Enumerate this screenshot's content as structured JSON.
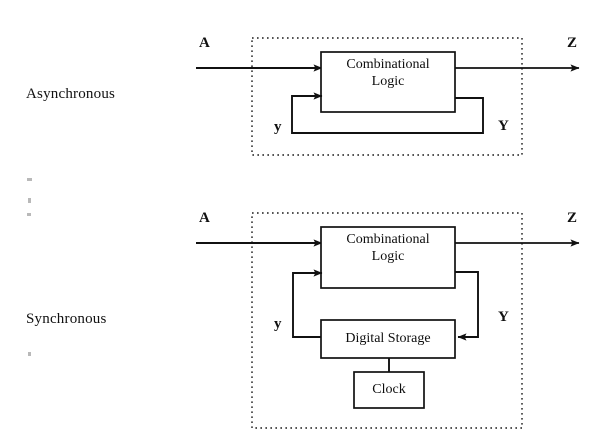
{
  "figure": {
    "type": "block-diagram",
    "description": "Comparison of asynchronous and synchronous sequential circuit block diagrams",
    "background_color": "#ffffff",
    "line_color": "#111111",
    "boundary_style": "dotted"
  },
  "rows": [
    {
      "id": "asynchronous",
      "label": "Asynchronous",
      "input_label": "A",
      "output_label": "Z",
      "feedback_present_state_label": "y",
      "feedback_next_state_label": "Y",
      "blocks": [
        {
          "id": "combinational-logic",
          "label_line1": "Combinational",
          "label_line2": "Logic"
        }
      ]
    },
    {
      "id": "synchronous",
      "label": "Synchronous",
      "input_label": "A",
      "output_label": "Z",
      "feedback_present_state_label": "y",
      "feedback_next_state_label": "Y",
      "blocks": [
        {
          "id": "combinational-logic",
          "label_line1": "Combinational",
          "label_line2": "Logic"
        },
        {
          "id": "digital-storage",
          "label_line1": "Digital Storage",
          "label_line2": ""
        },
        {
          "id": "clock",
          "label_line1": "Clock",
          "label_line2": ""
        }
      ]
    }
  ]
}
